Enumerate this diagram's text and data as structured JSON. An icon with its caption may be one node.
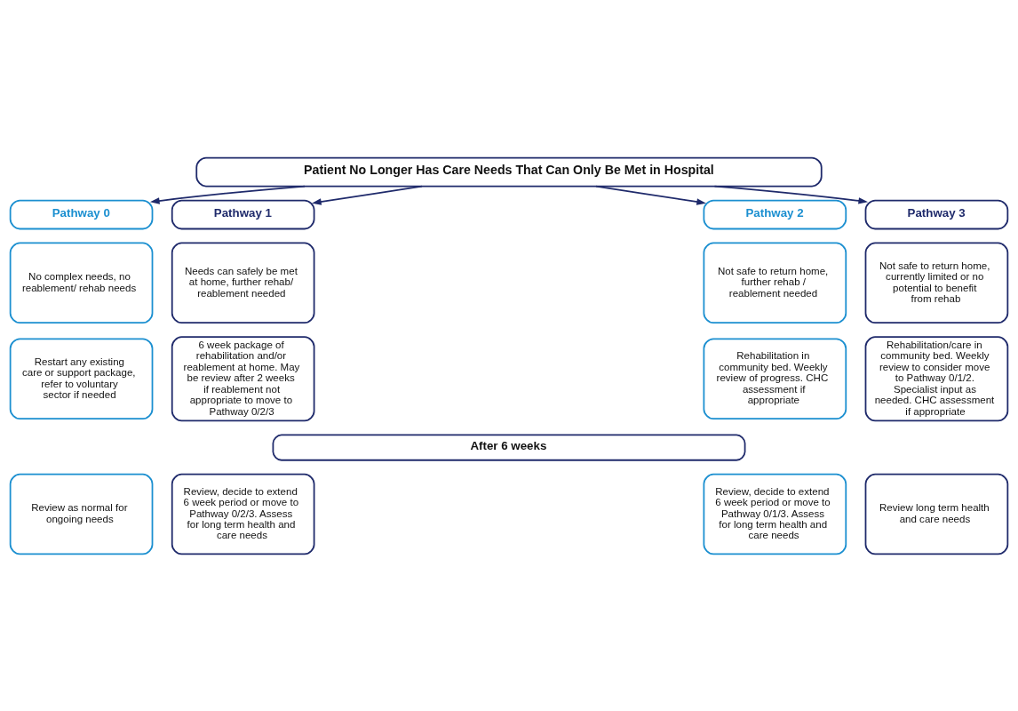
{
  "diagram": {
    "nodes": [
      {
        "text": [
          "Patient No Longer Has Care Needs That Can Only Be Met in Hospital"
        ]
      },
      {
        "text": [
          "Pathway 0"
        ]
      },
      {
        "text": [
          "Pathway 1"
        ]
      },
      {
        "text": [
          "Pathway 2"
        ]
      },
      {
        "text": [
          "Pathway 3"
        ]
      },
      {
        "text": [
          "No complex needs, no reablement/ rehab needs"
        ]
      },
      {
        "text": [
          "Needs can safely be met at home, further rehab/ reablement needed"
        ]
      },
      {
        "text": [
          "Not safe to return home, further rehab / reablement needed"
        ]
      },
      {
        "text": [
          "Not safe to return home, currently limited or no potential to benefit from rehab"
        ]
      },
      {
        "text": [
          "Restart any existing care or support package, refer to voluntary sector if needed"
        ]
      },
      {
        "text": [
          "6 week package of rehabilitation and/or reablement at home. May be review after 2 weeks if reablement not appropriate to move to Pathway 0/2/3"
        ]
      },
      {
        "text": [
          "Rehabilitation in community bed. Weekly review of progress. CHC assessment if appropriate"
        ]
      },
      {
        "text": [
          "Rehabilitation/care in community bed. Weekly review to consider move to Pathway 0/1/2. Specialist input as needed. CHC assessment if appropriate"
        ]
      },
      {
        "text": [
          "After 6 weeks"
        ]
      },
      {
        "text": [
          "Review as normal for ongoing needs"
        ]
      },
      {
        "text": [
          "Review, decide to extend 6 week period or move to Pathway 0/2/3. Assess for long term health and care needs"
        ]
      },
      {
        "text": [
          "Review, decide to extend 6 week period or move to Pathway 0/1/3. Assess for long term health and care needs"
        ]
      },
      {
        "text": [
          "Review long term health and care needs"
        ]
      }
    ],
    "edges": [
      {
        "from": 0,
        "to": 1,
        "arrow": "to"
      },
      {
        "from": 0,
        "to": 2,
        "arrow": "to"
      },
      {
        "from": 0,
        "to": 3,
        "arrow": "to"
      },
      {
        "from": 0,
        "to": 4,
        "arrow": "to"
      }
    ]
  }
}
